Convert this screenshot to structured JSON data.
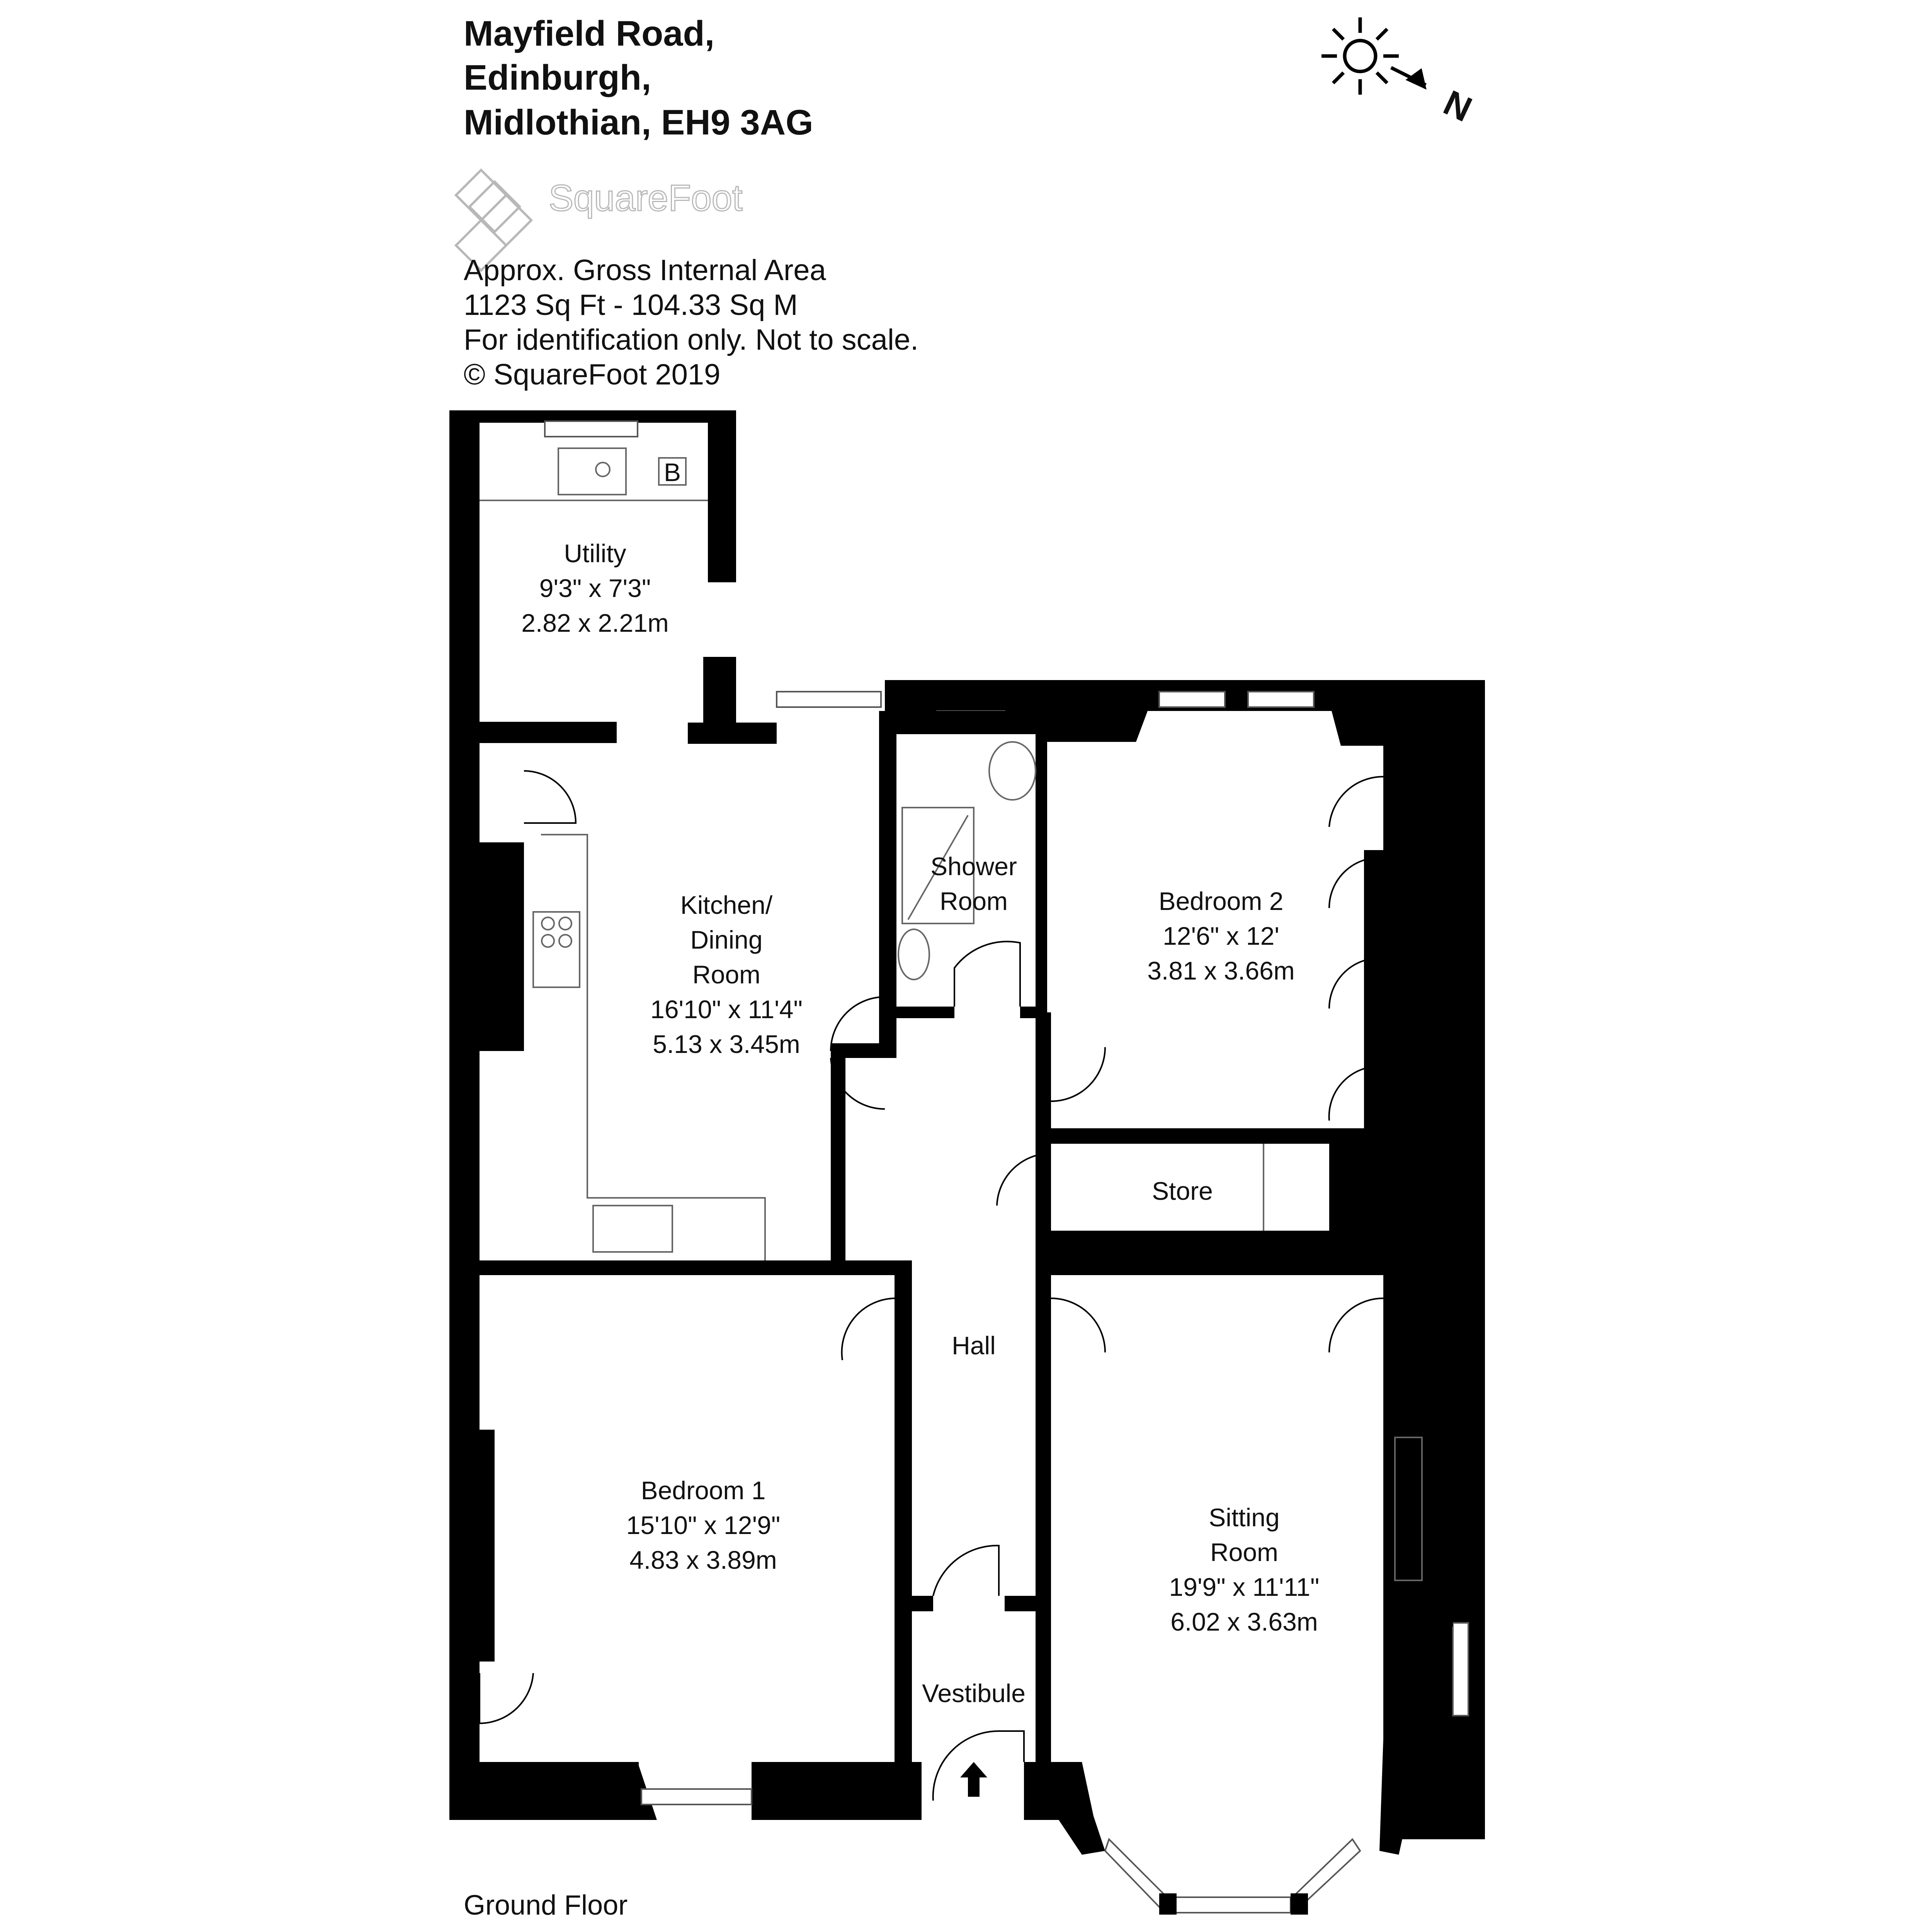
{
  "address": {
    "line1": "Mayfield Road,",
    "line2": "Edinburgh,",
    "line3": "Midlothian, EH9 3AG"
  },
  "brand": {
    "name": "SquareFoot"
  },
  "info": {
    "line1": "Approx. Gross Internal Area",
    "line2": "1123 Sq Ft  -  104.33 Sq M",
    "line3": "For identification only. Not to scale.",
    "line4": "© SquareFoot 2019"
  },
  "compass": {
    "label": "N",
    "icon": "sun-north-icon"
  },
  "rooms": {
    "utility": {
      "name": "Utility",
      "imperial": "9'3\" x 7'3\"",
      "metric": "2.82 x 2.21m"
    },
    "kitchen": {
      "name1": "Kitchen/",
      "name2": "Dining",
      "name3": "Room",
      "imperial": "16'10\" x 11'4\"",
      "metric": "5.13 x 3.45m"
    },
    "shower": {
      "name1": "Shower",
      "name2": "Room"
    },
    "bedroom2": {
      "name": "Bedroom 2",
      "imperial": "12'6\" x 12'",
      "metric": "3.81 x 3.66m"
    },
    "store": {
      "name": "Store"
    },
    "hall": {
      "name": "Hall"
    },
    "bedroom1": {
      "name": "Bedroom 1",
      "imperial": "15'10\" x 12'9\"",
      "metric": "4.83 x 3.89m"
    },
    "sitting": {
      "name1": "Sitting",
      "name2": "Room",
      "imperial": "19'9\" x 11'11\"",
      "metric": "6.02 x 3.63m"
    },
    "vestibule": {
      "name": "Vestibule"
    }
  },
  "boiler": {
    "label": "B"
  },
  "floor": {
    "label": "Ground Floor"
  }
}
